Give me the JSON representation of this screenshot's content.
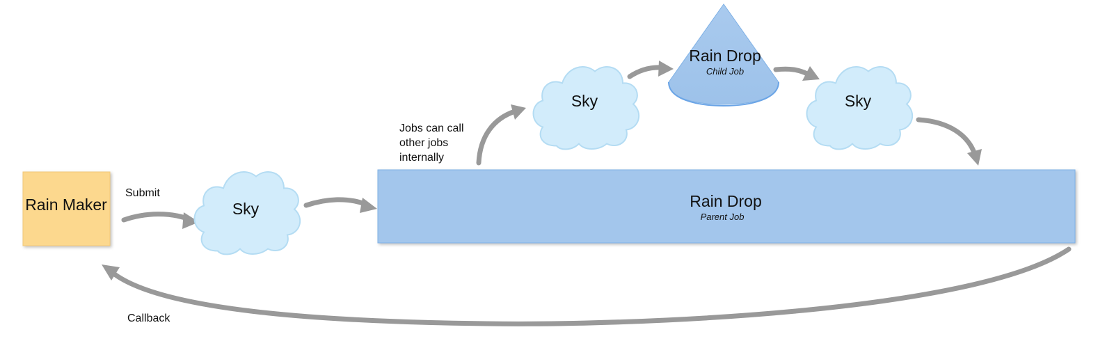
{
  "nodes": {
    "rain_maker": {
      "label": "Rain Maker"
    },
    "sky_submit": {
      "label": "Sky"
    },
    "parent_job": {
      "label": "Rain Drop",
      "sublabel": "Parent Job"
    },
    "sky_call": {
      "label": "Sky"
    },
    "child_job": {
      "label": "Rain Drop",
      "sublabel": "Child Job"
    },
    "sky_return": {
      "label": "Sky"
    }
  },
  "edge_labels": {
    "submit": "Submit",
    "callback": "Callback",
    "note_lines": [
      "Jobs can call",
      "other jobs",
      "internally"
    ]
  },
  "colors": {
    "rain_maker_fill": "#fcd88e",
    "rain_drop_fill": "#a3c6ec",
    "cloud_fill": "#d2ecfb",
    "cloud_stroke": "#b4dcf3",
    "arrow": "#999999"
  }
}
